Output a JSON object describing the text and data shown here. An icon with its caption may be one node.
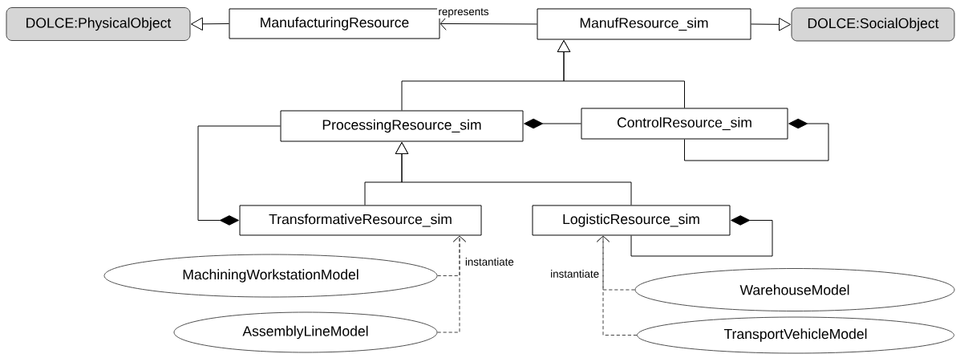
{
  "diagram": {
    "nodes": [
      {
        "text": [
          "DOLCE:PhysicalObject"
        ]
      },
      {
        "text": [
          "ManufacturingResource"
        ]
      },
      {
        "text": [
          "ManufResource_sim"
        ]
      },
      {
        "text": [
          "DOLCE:SocialObject"
        ]
      },
      {
        "text": [
          "ProcessingResource_sim"
        ]
      },
      {
        "text": [
          "ControlResource_sim"
        ]
      },
      {
        "text": [
          "TransformativeResource_sim"
        ]
      },
      {
        "text": [
          "LogisticResource_sim"
        ]
      },
      {
        "text": [
          "MachiningWorkstationModel"
        ]
      },
      {
        "text": [
          "AssemblyLineModel"
        ]
      },
      {
        "text": [
          "WarehouseModel"
        ]
      },
      {
        "text": [
          "TransportVehicleModel"
        ]
      }
    ],
    "edges": [
      {
        "from": 1,
        "to": 0,
        "arrow": "to"
      },
      {
        "from": 2,
        "to": 1,
        "arrow": "to",
        "label": "represents"
      },
      {
        "from": 2,
        "to": 3,
        "arrow": "to"
      },
      {
        "from": 4,
        "to": 2,
        "arrow": "to"
      },
      {
        "from": 5,
        "to": 2,
        "arrow": "to"
      },
      {
        "from": 5,
        "to": 4,
        "arrow": "other"
      },
      {
        "from": 5,
        "to": 5,
        "arrow": "other"
      },
      {
        "from": 6,
        "to": 4,
        "arrow": "to"
      },
      {
        "from": 7,
        "to": 4,
        "arrow": "to"
      },
      {
        "from": 4,
        "to": 6,
        "arrow": "other"
      },
      {
        "from": 7,
        "to": 7,
        "arrow": "other"
      },
      {
        "from": 8,
        "to": 6,
        "arrow": "to",
        "style": "dashed",
        "label": "instantiate"
      },
      {
        "from": 9,
        "to": 6,
        "arrow": "to",
        "style": "dashed"
      },
      {
        "from": 10,
        "to": 7,
        "arrow": "to",
        "style": "dashed",
        "label": "instantiate"
      },
      {
        "from": 11,
        "to": 7,
        "arrow": "to",
        "style": "dashed"
      }
    ]
  }
}
